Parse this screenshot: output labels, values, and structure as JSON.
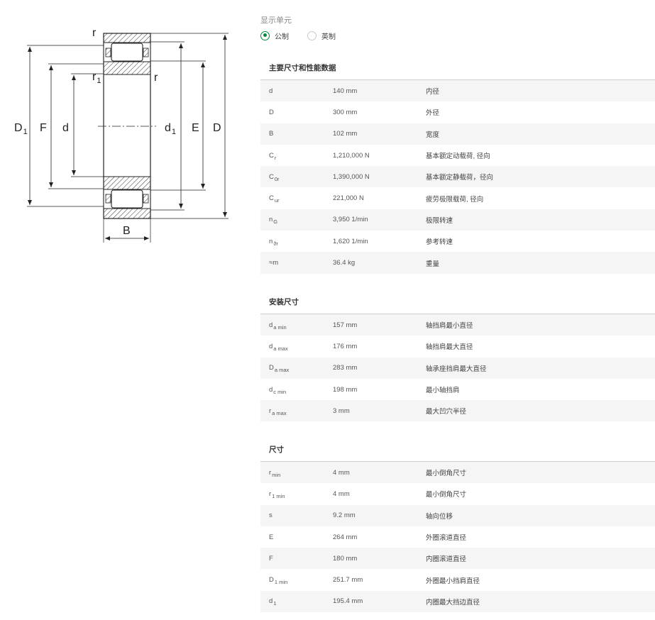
{
  "drawing": {
    "labels": {
      "r_top": "r",
      "r1": "r",
      "r1_sub": "1",
      "r_right": "r",
      "D1": "D",
      "D1_sub": "1",
      "F": "F",
      "d": "d",
      "d1": "d",
      "d1_sub": "1",
      "E": "E",
      "D": "D",
      "B": "B"
    }
  },
  "units": {
    "label": "显示单元",
    "options": [
      {
        "label": "公制",
        "selected": true
      },
      {
        "label": "英制",
        "selected": false
      }
    ]
  },
  "sections": [
    {
      "title": "主要尺寸和性能数据",
      "rows": [
        {
          "sym": "d",
          "sub": "",
          "value": "140 mm",
          "desc": "内径"
        },
        {
          "sym": "D",
          "sub": "",
          "value": "300 mm",
          "desc": "外径"
        },
        {
          "sym": "B",
          "sub": "",
          "value": "102 mm",
          "desc": "宽度"
        },
        {
          "sym": "C",
          "sub": "r",
          "value": "1,210,000 N",
          "desc": "基本额定动载荷, 径向"
        },
        {
          "sym": "C",
          "sub": "0r",
          "value": "1,390,000 N",
          "desc": "基本额定静载荷，径向"
        },
        {
          "sym": "C",
          "sub": "ur",
          "value": "221,000 N",
          "desc": "疲劳极限载荷, 径向"
        },
        {
          "sym": "n",
          "sub": "G",
          "value": "3,950 1/min",
          "desc": "极限转速"
        },
        {
          "sym": "n",
          "sub": "ϑr",
          "value": "1,620 1/min",
          "desc": "参考转速"
        },
        {
          "sym": "≈m",
          "sub": "",
          "value": "36.4 kg",
          "desc": "重量"
        }
      ]
    },
    {
      "title": "安装尺寸",
      "rows": [
        {
          "sym": "d",
          "sub": "a min",
          "value": "157 mm",
          "desc": "轴挡肩最小直径"
        },
        {
          "sym": "d",
          "sub": "a max",
          "value": "176 mm",
          "desc": "轴挡肩最大直径"
        },
        {
          "sym": "D",
          "sub": "a max",
          "value": "283 mm",
          "desc": "轴承座挡肩最大直径"
        },
        {
          "sym": "d",
          "sub": "c min",
          "value": "198 mm",
          "desc": "最小轴挡肩"
        },
        {
          "sym": "r",
          "sub": "a max",
          "value": "3 mm",
          "desc": "最大凹穴半径"
        }
      ]
    },
    {
      "title": "尺寸",
      "rows": [
        {
          "sym": "r",
          "sub": "min",
          "value": "4 mm",
          "desc": "最小倒角尺寸"
        },
        {
          "sym": "r",
          "sub": "1 min",
          "value": "4 mm",
          "desc": "最小倒角尺寸"
        },
        {
          "sym": "s",
          "sub": "",
          "value": "9.2 mm",
          "desc": "轴向位移"
        },
        {
          "sym": "E",
          "sub": "",
          "value": "264 mm",
          "desc": "外圈滚道直径"
        },
        {
          "sym": "F",
          "sub": "",
          "value": "180 mm",
          "desc": "内圈滚道直径"
        },
        {
          "sym": "D",
          "sub": "1 min",
          "value": "251.7 mm",
          "desc": "外圈最小挡肩直径"
        },
        {
          "sym": "d",
          "sub": "1",
          "value": "195.4 mm",
          "desc": "内圈最大挡边直径"
        }
      ]
    }
  ],
  "colors": {
    "accent": "#00893d",
    "stripe": "#f5f5f5",
    "divider": "#cfcfcf"
  }
}
